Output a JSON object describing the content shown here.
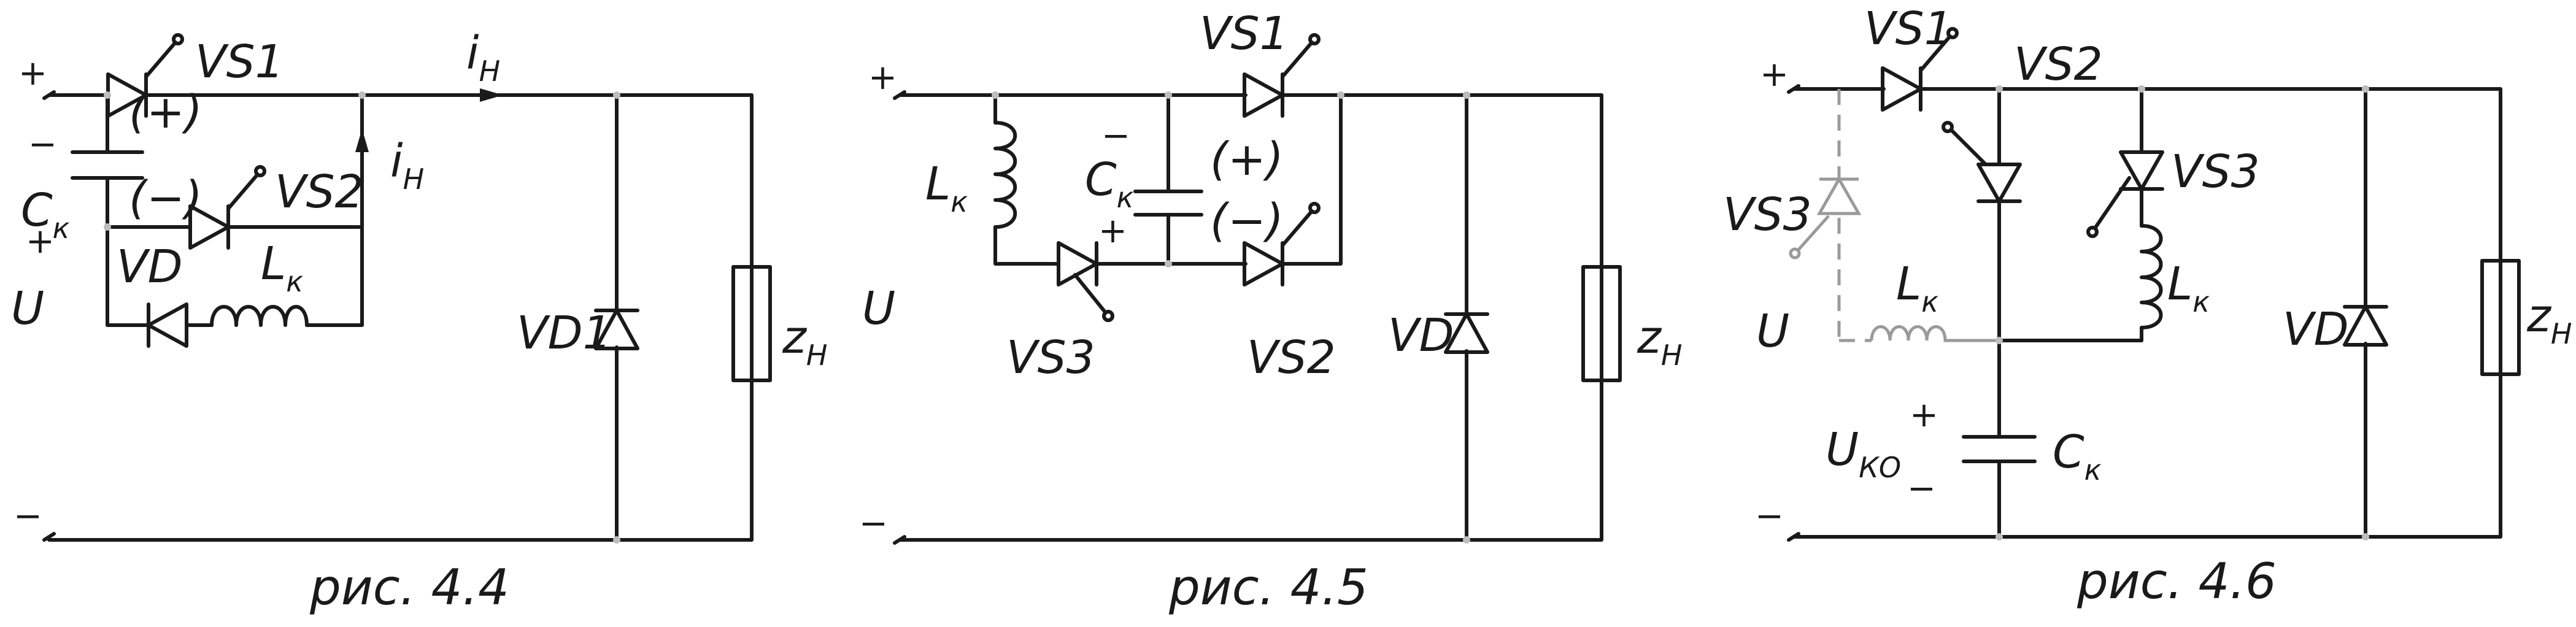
{
  "figures": [
    {
      "caption": "рис. 4.4",
      "labels": {
        "plus": "+",
        "minus": "−",
        "U": "U",
        "VS1": "VS1",
        "VS2": "VS2",
        "VD": "VD",
        "VD1": "VD1",
        "C": "C",
        "C_sub": "к",
        "L": "L",
        "L_sub": "к",
        "z": "z",
        "z_sub": "Н",
        "i_top": "i",
        "i_top_sub": "Н",
        "i_side": "i",
        "i_side_sub": "Н",
        "pol_plus": "(+)",
        "pol_minus": "(−)",
        "c_minus": "−",
        "c_plus": "+"
      }
    },
    {
      "caption": "рис. 4.5",
      "labels": {
        "plus": "+",
        "minus": "−",
        "U": "U",
        "VS1": "VS1",
        "VS2": "VS2",
        "VS3": "VS3",
        "VD": "VD",
        "C": "C",
        "C_sub": "к",
        "L": "L",
        "L_sub": "к",
        "z": "z",
        "z_sub": "Н",
        "pol_plus": "(+)",
        "pol_minus": "(−)",
        "c_minus": "−",
        "c_plus": "+"
      }
    },
    {
      "caption": "рис. 4.6",
      "labels": {
        "plus": "+",
        "minus": "−",
        "U": "U",
        "VS1": "VS1",
        "VS2": "VS2",
        "VS3": "VS3",
        "VS3_dashed": "VS3",
        "VD": "VD",
        "C": "C",
        "C_sub": "к",
        "L": "L",
        "L_sub": "к",
        "L_dashed": "L",
        "L_dashed_sub": "к",
        "z": "z",
        "z_sub": "Н",
        "Uko": "U",
        "Uko_sub": "КО",
        "c_plus": "+",
        "c_minus": "−"
      }
    }
  ]
}
